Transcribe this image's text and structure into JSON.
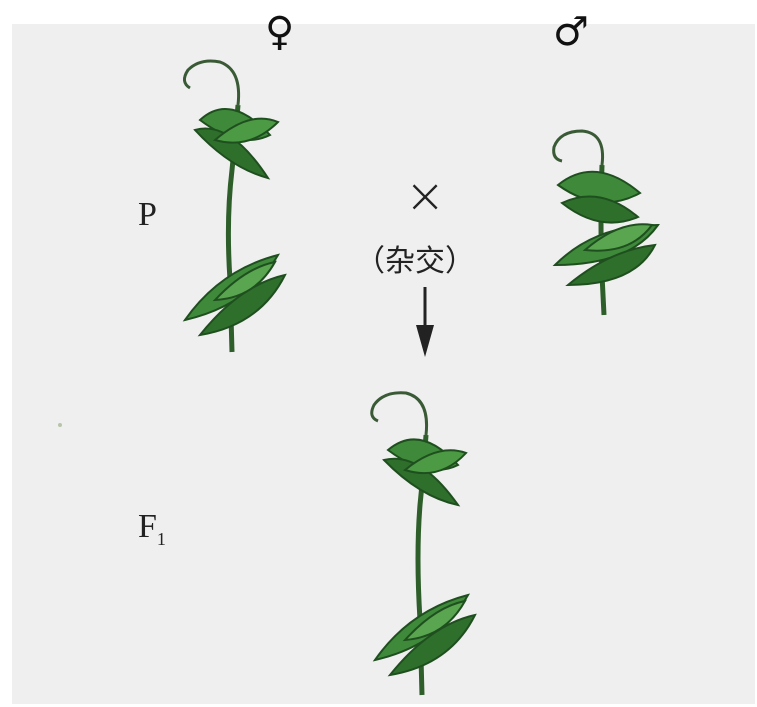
{
  "parents": {
    "female_symbol": "♀",
    "male_symbol": "♂",
    "generation_label": "P",
    "cross_symbol": "×",
    "cross_text": "（杂交）"
  },
  "offspring": {
    "generation_label": "F",
    "generation_subscript": "1"
  },
  "icons": {
    "female_plant": "tall-pea-plant-icon",
    "male_plant": "dwarf-pea-plant-icon",
    "offspring_plant": "tall-pea-plant-icon",
    "arrow": "arrow-down-icon"
  },
  "colors": {
    "leaf": "#3f8a3a",
    "leaf_dark": "#1f4f1f",
    "stem": "#2e5f2a",
    "background": "#efefef"
  }
}
